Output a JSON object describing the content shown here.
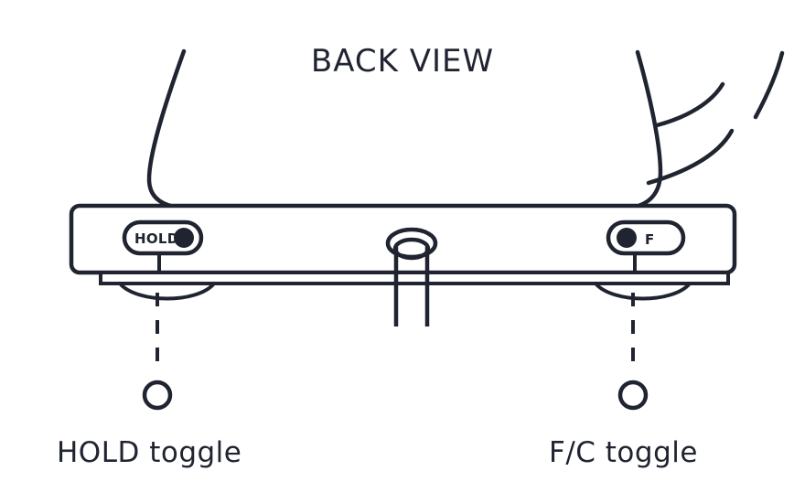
{
  "illustration": {
    "title": "BACK VIEW",
    "colors": {
      "ink": "#1f2430",
      "background": "#ffffff"
    }
  },
  "device": {
    "hold_toggle": {
      "label": "HOLD",
      "indicator_position": "right",
      "caption": "HOLD toggle"
    },
    "fc_toggle": {
      "label": "F",
      "indicator_position": "left",
      "caption": "F/C toggle"
    }
  }
}
